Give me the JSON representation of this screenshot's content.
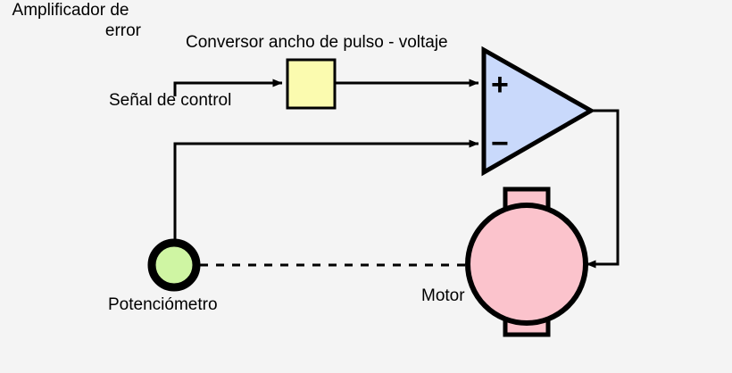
{
  "diagram": {
    "title_text": "Conversor ancho de pulso - voltaje",
    "background_color": "#f4f4f4",
    "stroke_color": "#000000",
    "labels": {
      "converter": "Conversor ancho de pulso - voltaje",
      "control_signal": "Señal de control",
      "amplifier_line1": "Amplificador de",
      "amplifier_line2": "error",
      "potentiometer": "Potenciómetro",
      "motor": "Motor"
    },
    "amplifier": {
      "plus_sign": "+",
      "minus_sign": "−",
      "fill_color": "#c9d9fb"
    },
    "converter_block": {
      "fill_color": "#fbfbaf"
    },
    "potentiometer": {
      "fill_color": "#cff5a3",
      "ring_color": "#000000"
    },
    "motor": {
      "fill_color": "#fbc3cc"
    }
  }
}
